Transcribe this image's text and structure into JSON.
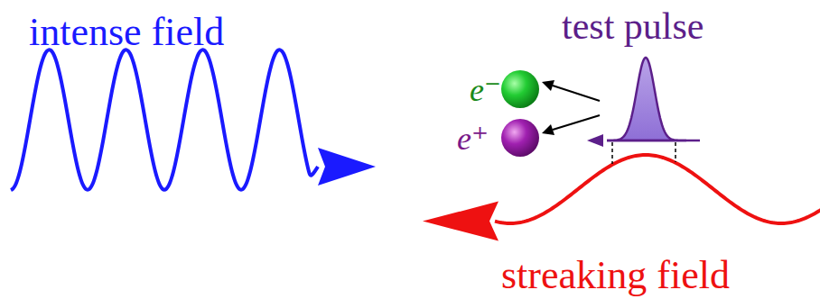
{
  "diagram": {
    "labels": [
      "intense field",
      "test pulse",
      "e⁻",
      "e⁺",
      "streaking field"
    ]
  }
}
